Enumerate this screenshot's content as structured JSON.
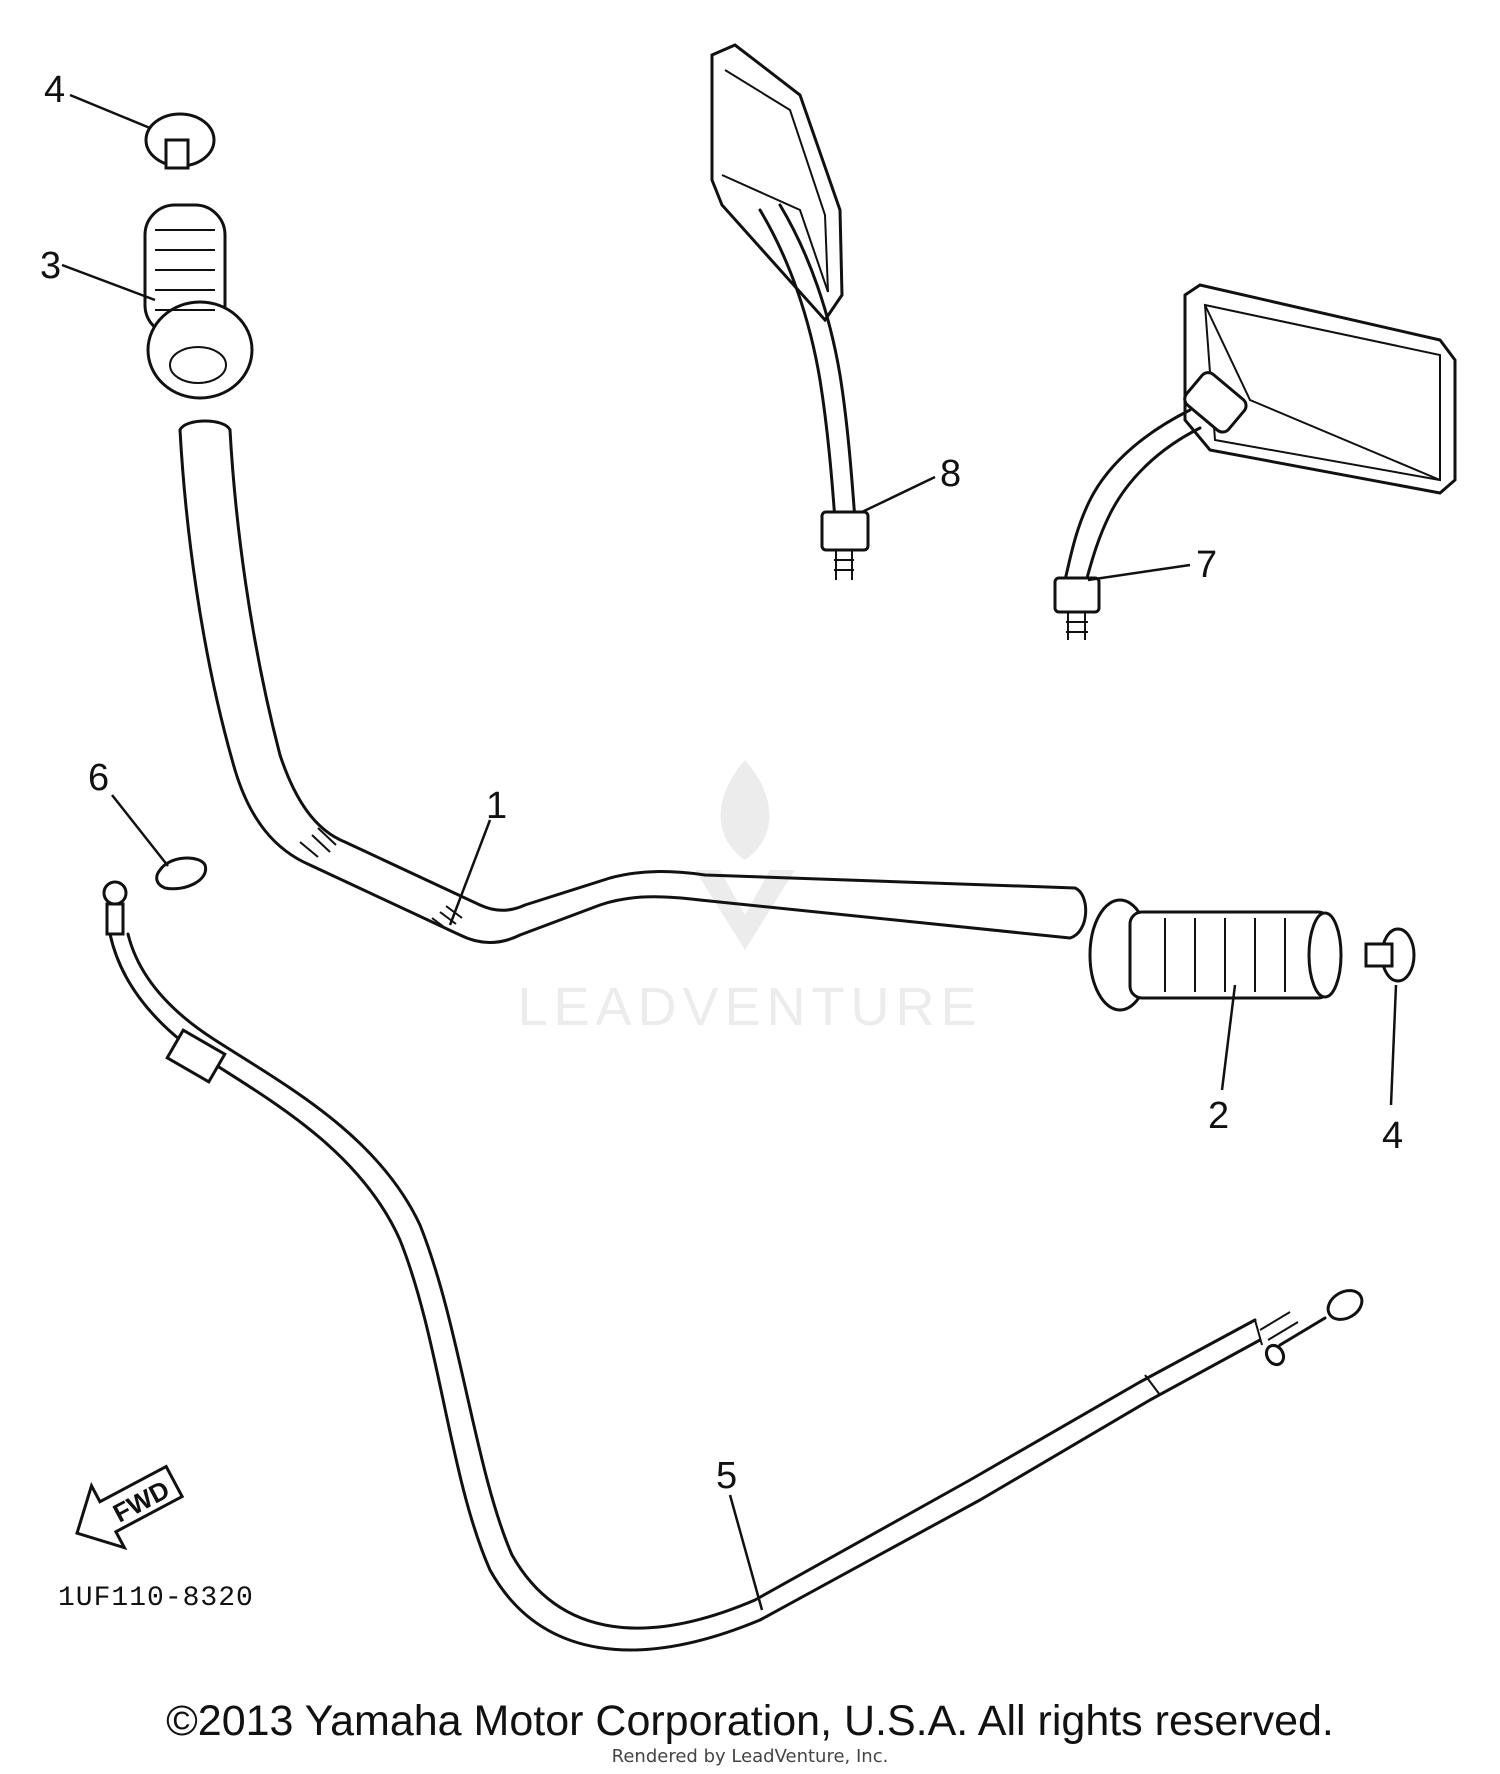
{
  "callouts": [
    {
      "label": "1"
    },
    {
      "label": "2"
    },
    {
      "label": "3"
    },
    {
      "label": "4"
    },
    {
      "label": "4"
    },
    {
      "label": "5"
    },
    {
      "label": "6"
    },
    {
      "label": "7"
    },
    {
      "label": "8"
    }
  ],
  "fwd_label": "FWD",
  "diagram_code": "1UF110-8320",
  "watermark_text": "LEADVENTURE",
  "copyright": "©2013 Yamaha Motor Corporation, U.S.A. All rights reserved.",
  "rendered_by": "Rendered by LeadVenture, Inc."
}
